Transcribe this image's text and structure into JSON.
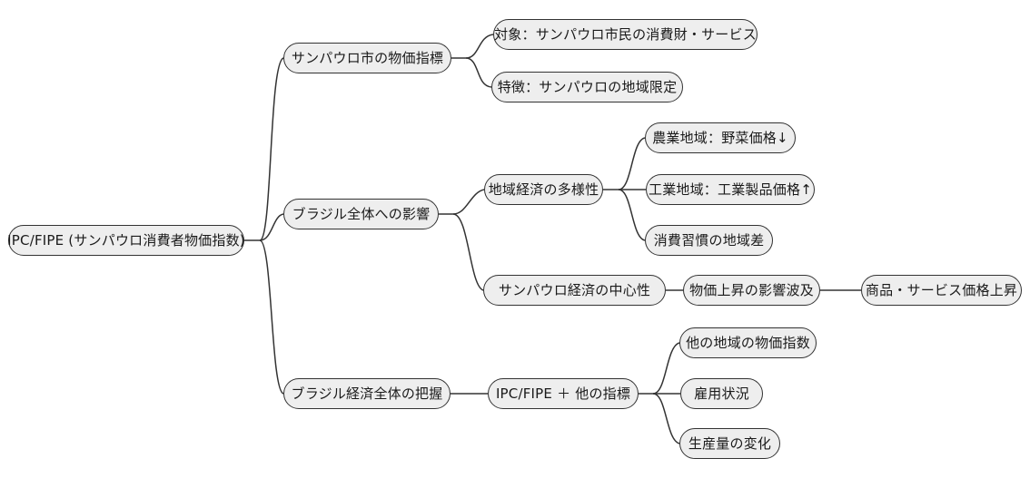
{
  "diagram": {
    "type": "mindmap",
    "title_node": "IPC/FIPE (サンパウロ消費者物価指数)",
    "background": "#ffffff",
    "node_fill": "#eeeeee",
    "node_stroke": "#333333",
    "text_color": "#1a1a1a",
    "nodes": {
      "root": "IPC/FIPE (サンパウロ消費者物価指数)",
      "b1": "サンパウロ市の物価指標",
      "b1c1": "対象：サンパウロ市民の消費財・サービス",
      "b1c2": "特徴：サンパウロの地域限定",
      "b2": "ブラジル全体への影響",
      "b2c1": "地域経済の多様性",
      "b2c1g1": "農業地域：野菜価格↓",
      "b2c1g2": "工業地域：工業製品価格↑",
      "b2c1g3": "消費習慣の地域差",
      "b2c2": "サンパウロ経済の中心性",
      "b2c2g1": "物価上昇の影響波及",
      "b2c2g1h1": "商品・サービス価格上昇",
      "b3": "ブラジル経済全体の把握",
      "b3c1": "IPC/FIPE ＋ 他の指標",
      "b3c1g1": "他の地域の物価指数",
      "b3c1g2": "雇用状況",
      "b3c1g3": "生産量の変化"
    }
  }
}
